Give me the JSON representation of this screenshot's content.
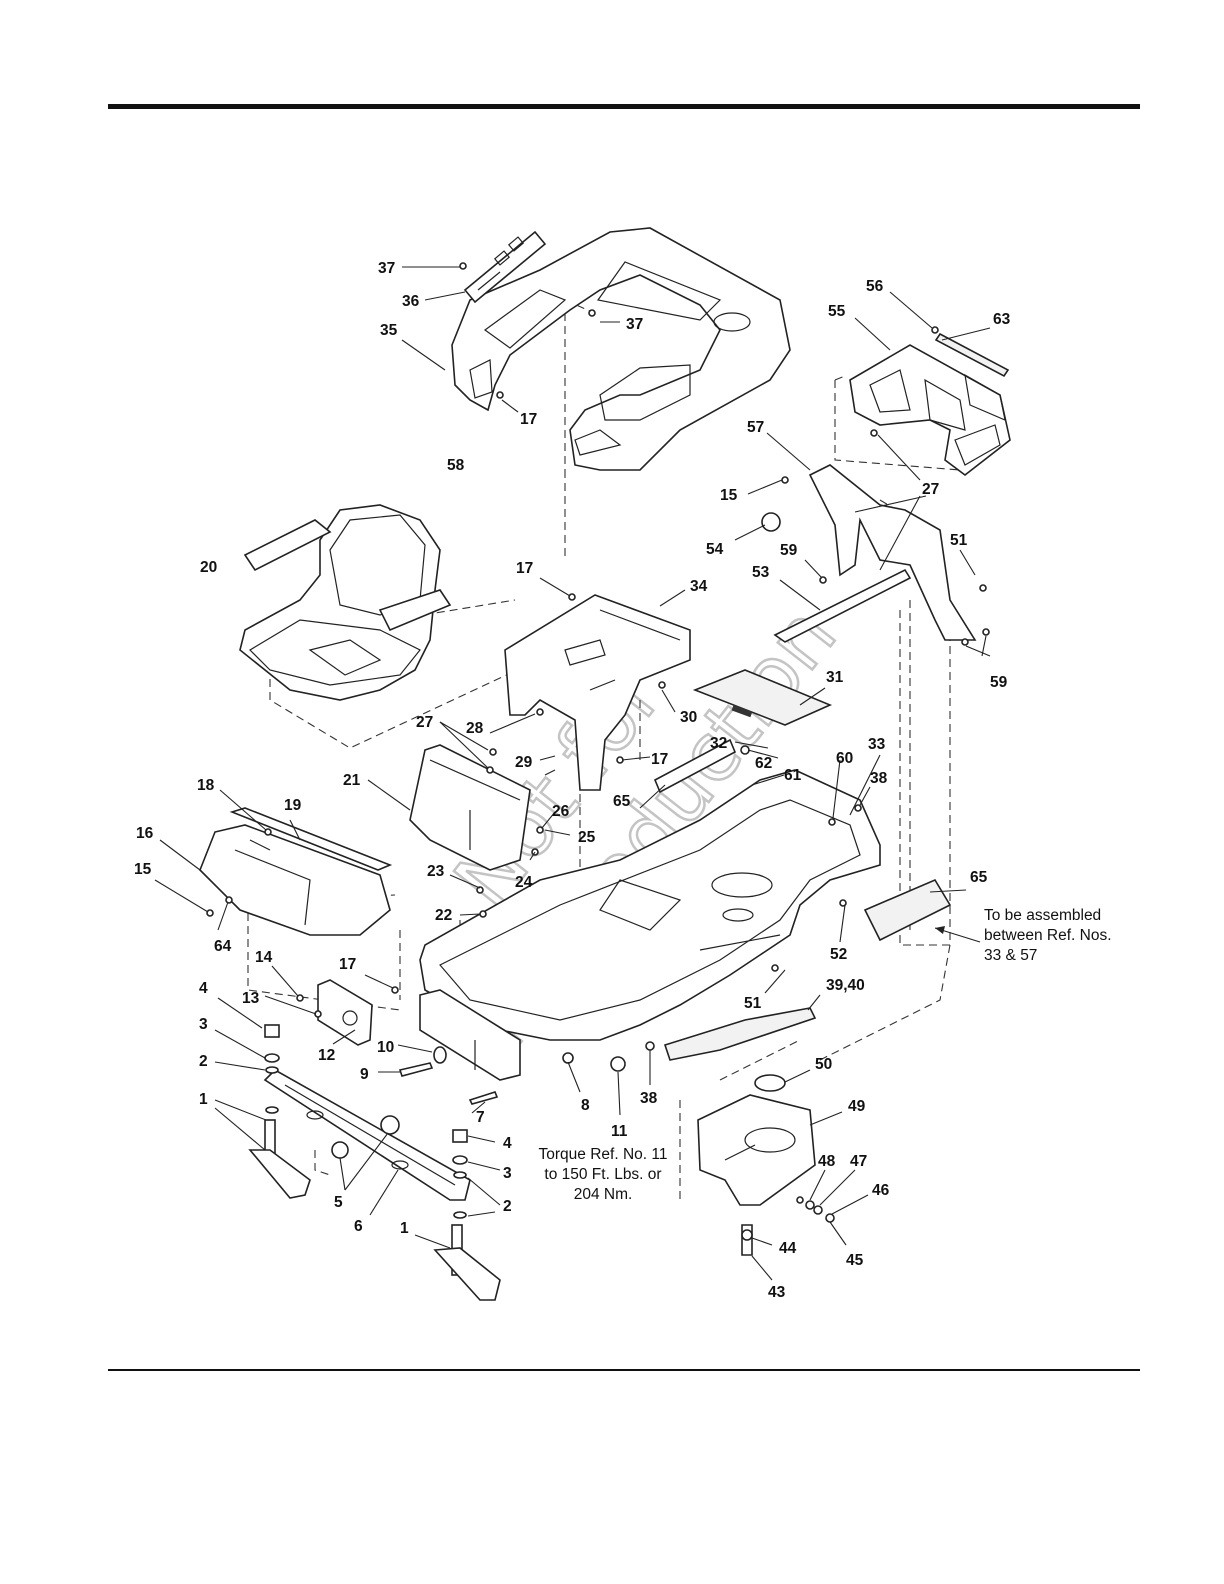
{
  "notes": {
    "torque_line1": "Torque Ref. No. 11",
    "torque_line2": "to 150 Ft. Lbs. or",
    "torque_line3": "204 Nm.",
    "assembled_line1": "To be assembled",
    "assembled_line2": "between Ref. Nos.",
    "assembled_line3": "33 & 57"
  },
  "watermark": {
    "line1": "Not for",
    "line2": "Reproduction"
  },
  "ref_labels": {
    "r1a": "1",
    "r1b": "1",
    "r2a": "2",
    "r2b": "2",
    "r3a": "3",
    "r3b": "3",
    "r4a": "4",
    "r4b": "4",
    "r5": "5",
    "r6": "6",
    "r7": "7",
    "r8": "8",
    "r9": "9",
    "r10": "10",
    "r11": "11",
    "r12": "12",
    "r13": "13",
    "r14": "14",
    "r15a": "15",
    "r15b": "15",
    "r16": "16",
    "r17a": "17",
    "r17b": "17",
    "r17c": "17",
    "r17d": "17",
    "r18": "18",
    "r19": "19",
    "r20": "20",
    "r21": "21",
    "r22": "22",
    "r23": "23",
    "r24": "24",
    "r25": "25",
    "r26": "26",
    "r27a": "27",
    "r27b": "27",
    "r28": "28",
    "r29": "29",
    "r30": "30",
    "r31": "31",
    "r32": "32",
    "r33": "33",
    "r34": "34",
    "r35": "35",
    "r36": "36",
    "r37a": "37",
    "r37b": "37",
    "r38a": "38",
    "r38b": "38",
    "r3940": "39,40",
    "r43": "43",
    "r44": "44",
    "r45": "45",
    "r46": "46",
    "r47": "47",
    "r48": "48",
    "r49": "49",
    "r50": "50",
    "r51a": "51",
    "r51b": "51",
    "r52": "52",
    "r53": "53",
    "r54": "54",
    "r55": "55",
    "r56": "56",
    "r57": "57",
    "r58": "58",
    "r59a": "59",
    "r59b": "59",
    "r60": "60",
    "r61": "61",
    "r62": "62",
    "r63": "63",
    "r64": "64",
    "r65a": "65",
    "r65b": "65"
  }
}
